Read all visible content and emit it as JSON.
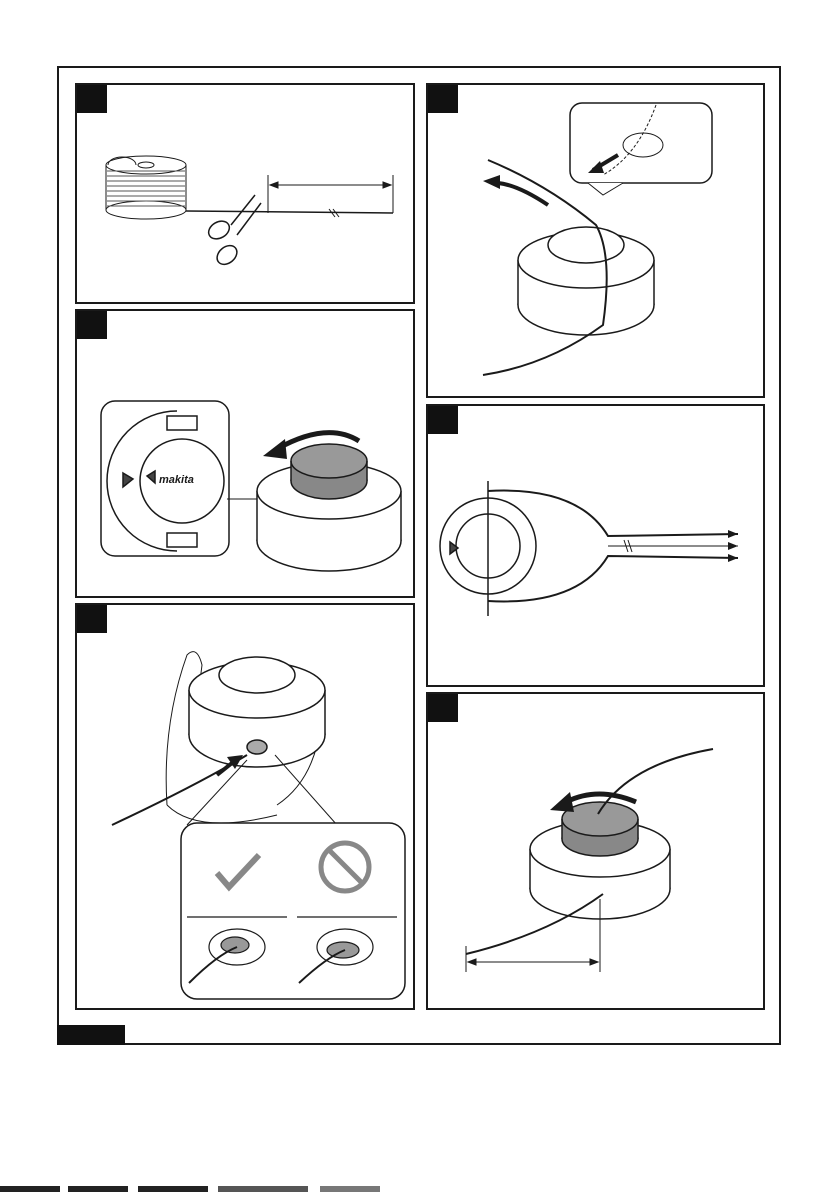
{
  "document": {
    "type": "instruction-manual-illustration",
    "brand_logo_text": "makita",
    "panels": [
      {
        "id": "cut-line",
        "step_label": ""
      },
      {
        "id": "rotate-knob",
        "step_label": ""
      },
      {
        "id": "insert-line",
        "step_label": ""
      },
      {
        "id": "feed-through",
        "step_label": ""
      },
      {
        "id": "equal-lengths",
        "step_label": ""
      },
      {
        "id": "wind-line",
        "step_label": ""
      }
    ],
    "figure_label": "",
    "icons": {
      "correct": "checkmark-icon",
      "incorrect": "prohibited-icon"
    },
    "colors": {
      "line": "#1a1a1a",
      "knob": "#8a8a8a",
      "spool": "#ffffff",
      "badge": "#111111"
    }
  }
}
